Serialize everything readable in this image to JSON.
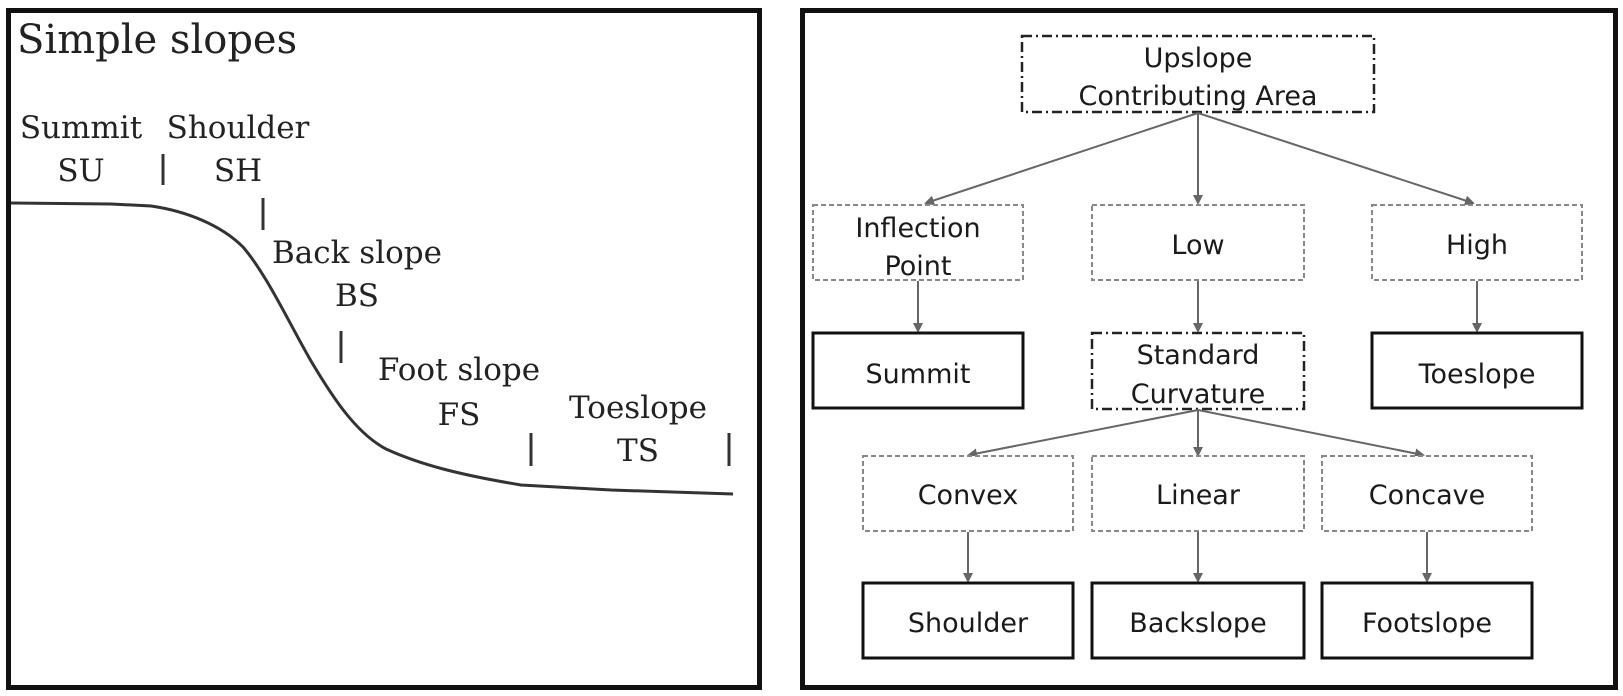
{
  "left": {
    "title": "Simple slopes",
    "labels": {
      "summit": "Summit",
      "su": "SU",
      "shoulder": "Shoulder",
      "sh": "SH",
      "backslope": "Back slope",
      "bs": "BS",
      "footslope": "Foot slope",
      "fs": "FS",
      "toeslope": "Toeslope",
      "ts": "TS"
    }
  },
  "right": {
    "upslope_line1": "Upslope",
    "upslope_line2": "Contributing Area",
    "inflection_line1": "Inflection",
    "inflection_line2": "Point",
    "low": "Low",
    "high": "High",
    "summit": "Summit",
    "standard_line1": "Standard",
    "standard_line2": "Curvature",
    "toeslope": "Toeslope",
    "convex": "Convex",
    "linear": "Linear",
    "concave": "Concave",
    "shoulder": "Shoulder",
    "backslope": "Backslope",
    "footslope": "Footslope"
  }
}
